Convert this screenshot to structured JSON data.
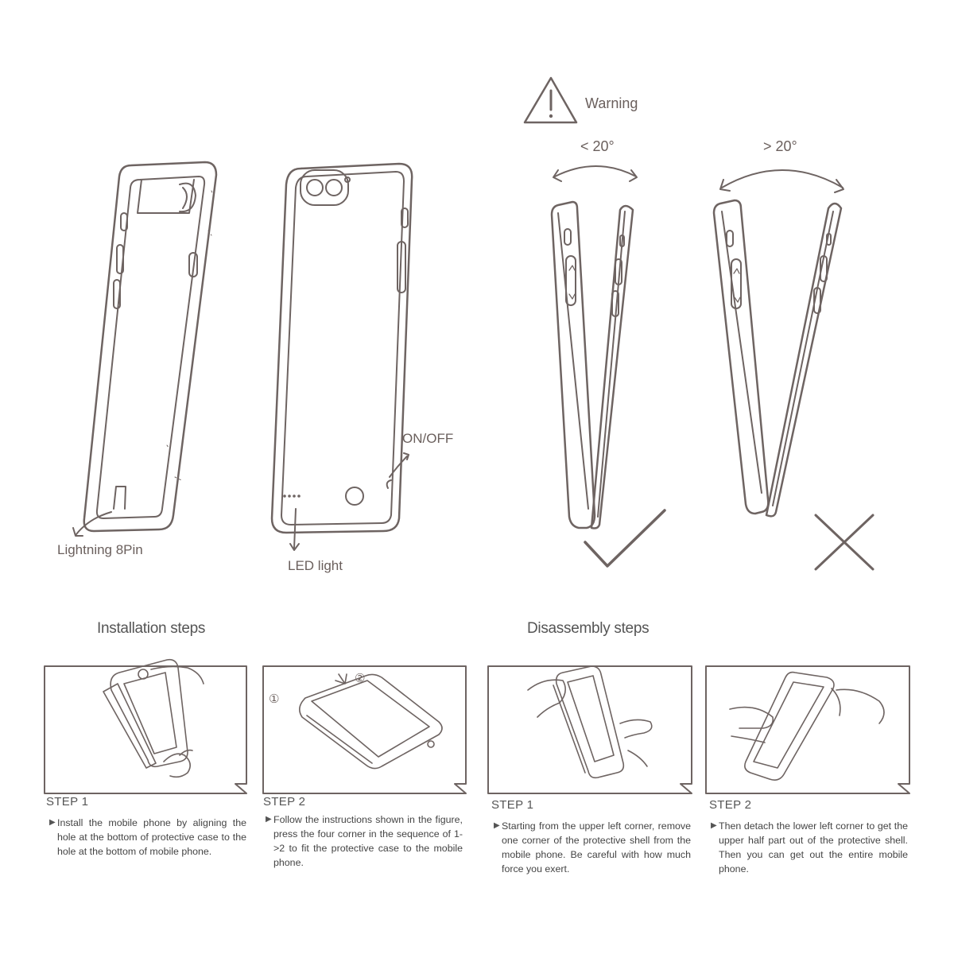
{
  "labels": {
    "warning": "Warning",
    "angle_ok": "< 20°",
    "angle_bad": "> 20°",
    "lightning": "Lightning 8Pin",
    "led": "LED light",
    "onoff": "ON/OFF"
  },
  "sections": {
    "installation": "Installation steps",
    "disassembly": "Disassembly steps"
  },
  "panel_markers": [
    "①",
    "②"
  ],
  "steps": [
    {
      "title": "STEP 1",
      "text": "Install the mobile phone by aligning the hole at the bottom of protective case to the hole at the bottom of mobile phone."
    },
    {
      "title": "STEP 2",
      "text": "Follow the instructions shown in the figure, press the four corner in the sequence of 1->2 to fit the protective case to the mobile phone."
    },
    {
      "title": "STEP 1",
      "text": "Starting from the upper left corner, remove one corner of the protective shell from the mobile phone. Be careful with how much force you exert."
    },
    {
      "title": "STEP 2",
      "text": "Then detach the lower left corner to get the upper half part out of the protective shell. Then you can get out the entire mobile phone."
    }
  ],
  "colors": {
    "line": "#6e6462",
    "text": "#6a5f5c"
  }
}
